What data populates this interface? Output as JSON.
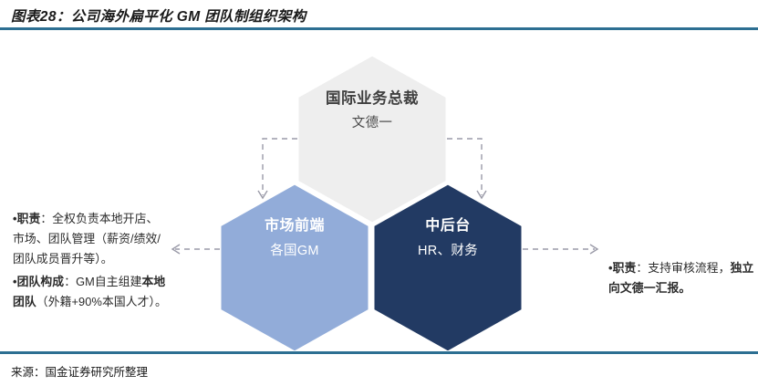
{
  "figure": {
    "title": "图表28：公司海外扁平化 GM 团队制组织架构",
    "source": "来源：国金证券研究所整理",
    "rule_color": "#2d6f92"
  },
  "diagram": {
    "type": "org-chart-hexagon",
    "nodes": [
      {
        "id": "top",
        "role": "国际业务总裁",
        "person": "文德一",
        "fill": "#eeeeee",
        "text_color": "#404040"
      },
      {
        "id": "left",
        "role": "市场前端",
        "person": "各国GM",
        "fill": "#92acd9",
        "text_color": "#ffffff"
      },
      {
        "id": "right",
        "role": "中后台",
        "person": "HR、财务",
        "fill": "#223a63",
        "text_color": "#ffffff"
      }
    ],
    "connectors": [
      {
        "id": "top-to-left",
        "from": "top",
        "to": "left",
        "style": "dashed-elbow",
        "arrow": "down"
      },
      {
        "id": "top-to-right",
        "from": "top",
        "to": "right",
        "style": "dashed-elbow",
        "arrow": "down"
      },
      {
        "id": "left-to-note",
        "from": "left",
        "to": "left-note",
        "style": "dashed",
        "arrow": "left"
      },
      {
        "id": "right-to-note",
        "from": "right",
        "to": "right-note",
        "style": "dashed",
        "arrow": "right"
      }
    ],
    "connector_color": "#9a9aa8"
  },
  "notes": {
    "left": {
      "line1_label": "职责",
      "line1_text": "：全权负责本地开店、市场、团队管理（薪资/绩效/团队成员晋升等）。",
      "line2_label": "团队构成",
      "line2_text_a": "：GM自主组建",
      "line2_bold": "本地团队",
      "line2_text_b": "（外籍+90%本国人才）。",
      "bullet": "•"
    },
    "right": {
      "line1_label": "职责",
      "line1_text": "：支持审核流程，",
      "line1_bold": "独立向文德一汇报。",
      "bullet": "•"
    }
  }
}
